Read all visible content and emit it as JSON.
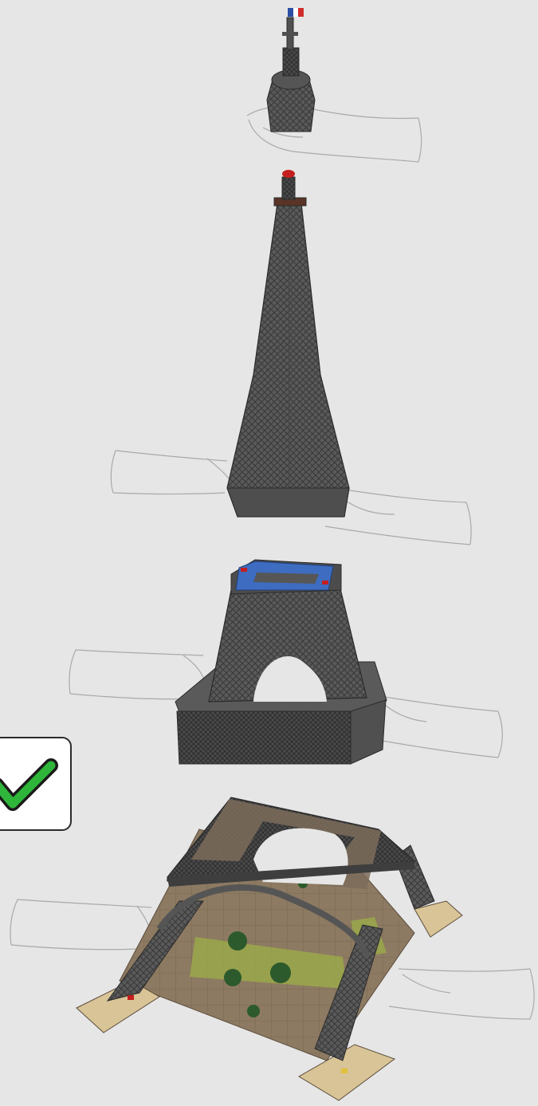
{
  "instruction_step": {
    "status": "complete",
    "check_color": "#2fb53a",
    "assembly_stages": [
      "flag-top",
      "upper-spire",
      "middle-section",
      "base-section"
    ],
    "icons": [
      "check-icon",
      "hand-icon"
    ]
  }
}
